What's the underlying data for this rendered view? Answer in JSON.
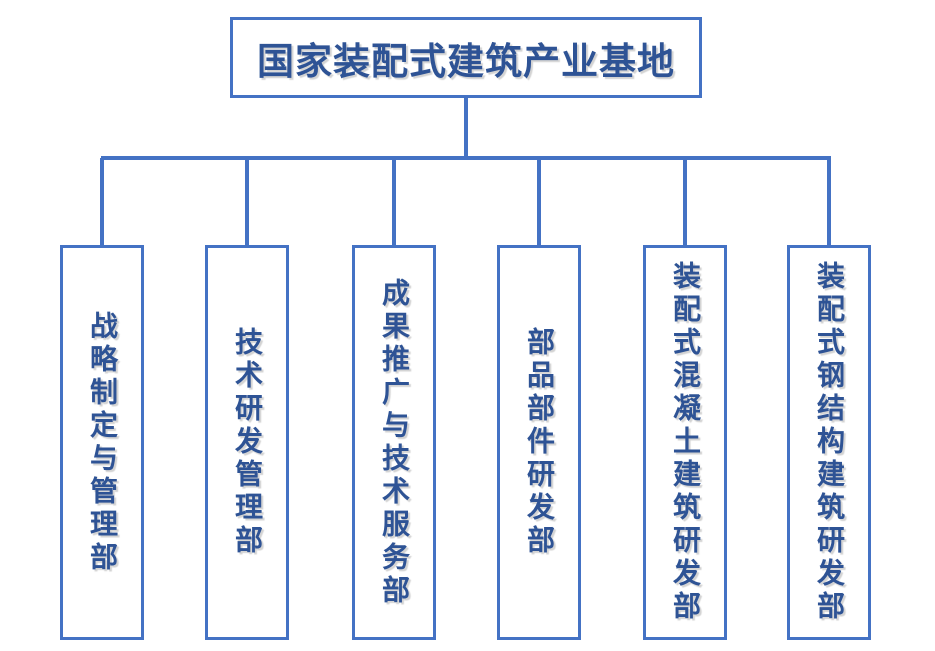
{
  "diagram": {
    "type": "org-chart",
    "root": {
      "label": "国家装配式建筑产业基地"
    },
    "departments": [
      {
        "label": "战略制定与管理部"
      },
      {
        "label": "技术研发管理部"
      },
      {
        "label": "成果推广与技术服务部"
      },
      {
        "label": "部品部件研发部"
      },
      {
        "label": "装配式混凝土建筑研发部"
      },
      {
        "label": "装配式钢结构建筑研发部"
      }
    ],
    "colors": {
      "line": "#4472C4",
      "text": "#2E5395",
      "background": "#FFFFFF"
    }
  }
}
